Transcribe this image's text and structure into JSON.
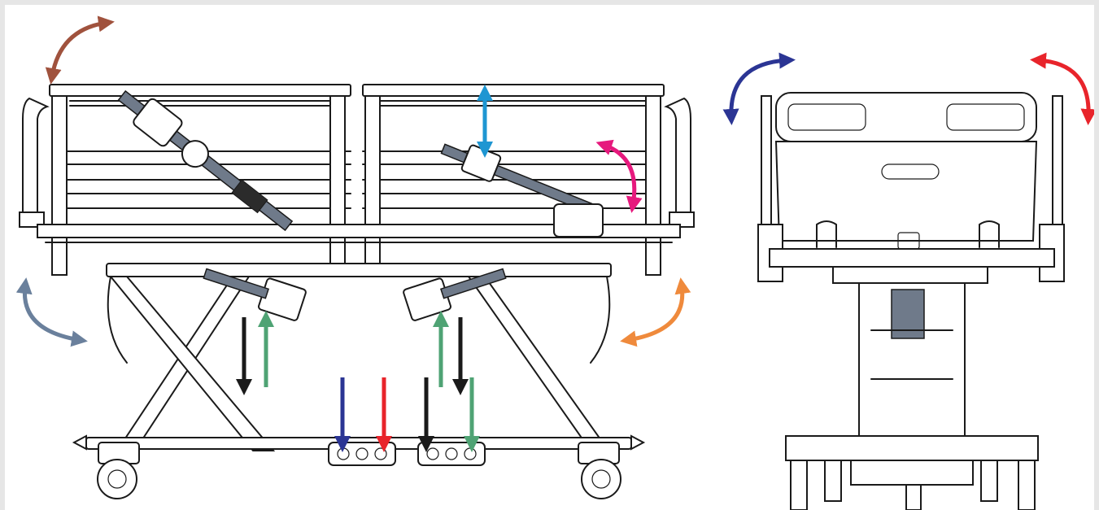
{
  "colors": {
    "background_frame": "#e6e6e6",
    "backrest_tilt": "#a0523d",
    "rail_height": "#1e96d2",
    "footrest_tilt": "#e6197d",
    "trendelenburg_head": "#6a809c",
    "trendelenburg_foot": "#ef8a3c",
    "lower": "#1a1a1a",
    "raise": "#4fa374",
    "lateral_left": "#2b3594",
    "lateral_right": "#e8242b"
  },
  "arrows": [
    {
      "id": "backrest-arrow",
      "kind": "curved-double",
      "color": "backrest_tilt"
    },
    {
      "id": "siderail-height-arrow",
      "kind": "vertical-double",
      "color": "rail_height"
    },
    {
      "id": "legrest-arrow",
      "kind": "curved-double",
      "color": "footrest_tilt"
    },
    {
      "id": "head-tilt-arrow",
      "kind": "curved-double",
      "color": "trendelenburg_head"
    },
    {
      "id": "foot-tilt-arrow",
      "kind": "curved-double",
      "color": "trendelenburg_foot"
    },
    {
      "id": "head-lower-arrow",
      "kind": "down",
      "color": "lower"
    },
    {
      "id": "head-raise-arrow",
      "kind": "up",
      "color": "raise"
    },
    {
      "id": "foot-raise-arrow",
      "kind": "up",
      "color": "raise"
    },
    {
      "id": "foot-lower-arrow",
      "kind": "down",
      "color": "lower"
    },
    {
      "id": "pedal-blue-arrow",
      "kind": "down",
      "color": "lateral_left"
    },
    {
      "id": "pedal-red-arrow",
      "kind": "down",
      "color": "lateral_right"
    },
    {
      "id": "pedal-black-arrow",
      "kind": "down",
      "color": "lower"
    },
    {
      "id": "pedal-green-arrow",
      "kind": "down",
      "color": "raise"
    },
    {
      "id": "lateral-left-arrow",
      "kind": "curved-double",
      "color": "lateral_left"
    },
    {
      "id": "lateral-right-arrow",
      "kind": "curved-double",
      "color": "lateral_right"
    }
  ],
  "icons": [
    "caster-wheel-icon",
    "brake-pedal-icon",
    "actuator-icon",
    "siderail-icon",
    "headboard-icon"
  ]
}
